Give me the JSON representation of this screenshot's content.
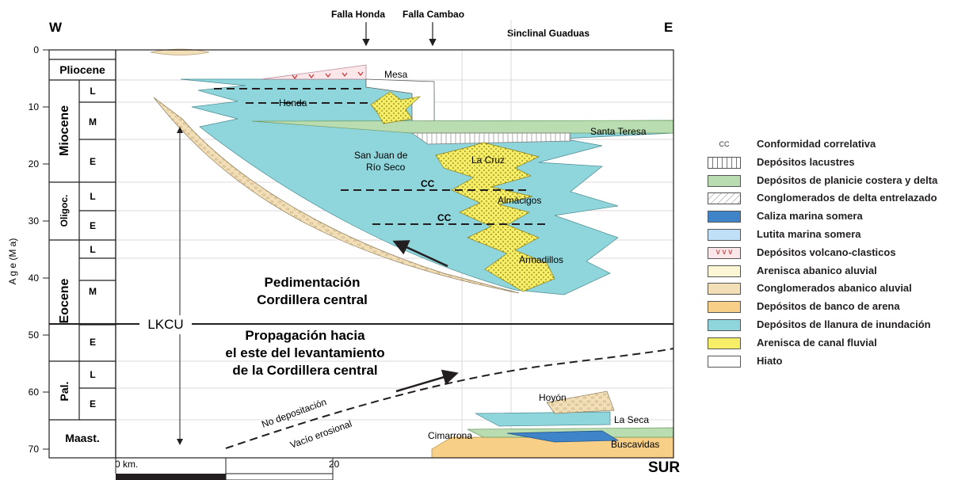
{
  "chart_data": {
    "type": "diagram",
    "y_axis": {
      "label": "A g e   (M a)",
      "ticks": [
        "0",
        "10",
        "20",
        "30",
        "40",
        "50",
        "60",
        "70"
      ]
    },
    "x_axis": {
      "ticks": [
        "0 km.",
        "20"
      ]
    },
    "orientation": {
      "west": "W",
      "east": "E"
    },
    "direction_label": "SUR",
    "structures": [
      "Falla Honda",
      "Falla Cambao",
      "Sinclinal Guaduas"
    ],
    "epochs": [
      {
        "name": "Pliocene",
        "subdivisions": []
      },
      {
        "name": "Miocene",
        "subdivisions": [
          "L",
          "M",
          "E"
        ]
      },
      {
        "name": "Oligoc.",
        "subdivisions": [
          "L",
          "E"
        ]
      },
      {
        "name": "Eocene",
        "subdivisions": [
          "L",
          "M",
          "E"
        ]
      },
      {
        "name": "Pal.",
        "subdivisions": [
          "L",
          "E"
        ]
      },
      {
        "name": "Maast.",
        "subdivisions": []
      }
    ],
    "formations": [
      "Mesa",
      "Honda",
      "Santa Teresa",
      "San Juan de",
      "Río Seco",
      "La Cruz",
      "Almácigos",
      "Armadillos",
      "Hoyón",
      "La Seca",
      "Cimarrona",
      "Buscavidas"
    ],
    "unconformity": "LKCU",
    "correlative_conformity_marks": [
      "CC",
      "CC"
    ],
    "annotations": {
      "pedimentation_line1": "Pedimentación",
      "pedimentation_line2": "Cordillera central",
      "propagation_line1": "Propagación hacia",
      "propagation_line2": "el este del levantamiento",
      "propagation_line3": "de la Cordillera central",
      "no_deposition": "No depositación",
      "erosional_void": "Vacío erosional"
    },
    "legend": [
      {
        "symbol": "CC",
        "label": "Conformidad correlativa",
        "swatch": "cc"
      },
      {
        "symbol": "",
        "label": "Depósitos lacustres",
        "swatch": "lacustre"
      },
      {
        "symbol": "",
        "label": "Depósitos de planicie costera y delta",
        "swatch": "costera"
      },
      {
        "symbol": "",
        "label": "Conglomerados de delta entrelazado",
        "swatch": "deltaent"
      },
      {
        "symbol": "",
        "label": "Caliza marina somera",
        "swatch": "caliza"
      },
      {
        "symbol": "",
        "label": "Lutita marina somera",
        "swatch": "lutita"
      },
      {
        "symbol": "v v v",
        "label": "Depósitos volcano-clasticos",
        "swatch": "volcano"
      },
      {
        "symbol": "",
        "label": "Arenisca abanico aluvial",
        "swatch": "arenaluv"
      },
      {
        "symbol": "",
        "label": "Conglomerados abanico aluvial",
        "swatch": "conglo"
      },
      {
        "symbol": "",
        "label": "Depósitos de banco de arena",
        "swatch": "banco"
      },
      {
        "symbol": "",
        "label": "Depósitos de llanura de inundación",
        "swatch": "llanura"
      },
      {
        "symbol": "",
        "label": "Arenisca de canal fluvial",
        "swatch": "canal"
      },
      {
        "symbol": "",
        "label": "Hiato",
        "swatch": "hiato"
      }
    ],
    "colors": {
      "llanura_inundacion": "#8fd6dc",
      "arenisca_canal_fluvial": "#f6ee66",
      "conglomerados_abanico": "#f2dfb8",
      "banco_arena": "#f7cf86",
      "planicie_costera": "#b9dcb0",
      "caliza_marina": "#3f84c9",
      "volcano_clasticos": "#fbe6ea"
    }
  }
}
